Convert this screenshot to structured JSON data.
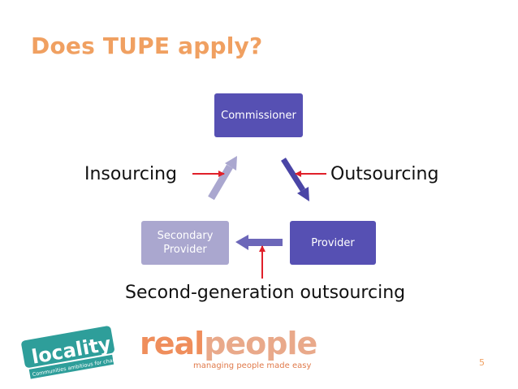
{
  "slide": {
    "title": "Does TUPE apply?",
    "page_number": "5"
  },
  "diagram": {
    "nodes": {
      "commissioner": "Commissioner",
      "provider": "Provider",
      "secondary_provider": "Secondary\nProvider"
    },
    "labels": {
      "insourcing": "Insourcing",
      "outsourcing": "Outsourcing",
      "second_generation": "Second-generation outsourcing"
    }
  },
  "logos": {
    "locality": {
      "word": "locality",
      "tagline": "Communities ambitious for change"
    },
    "realpeople": {
      "word_a": "real",
      "word_b": "people",
      "tagline": "managing people made easy"
    }
  },
  "colors": {
    "title": "#f0a061",
    "node_dark": "#5650b3",
    "node_light": "#aaa7cf",
    "arrow_red": "#e0202a"
  }
}
